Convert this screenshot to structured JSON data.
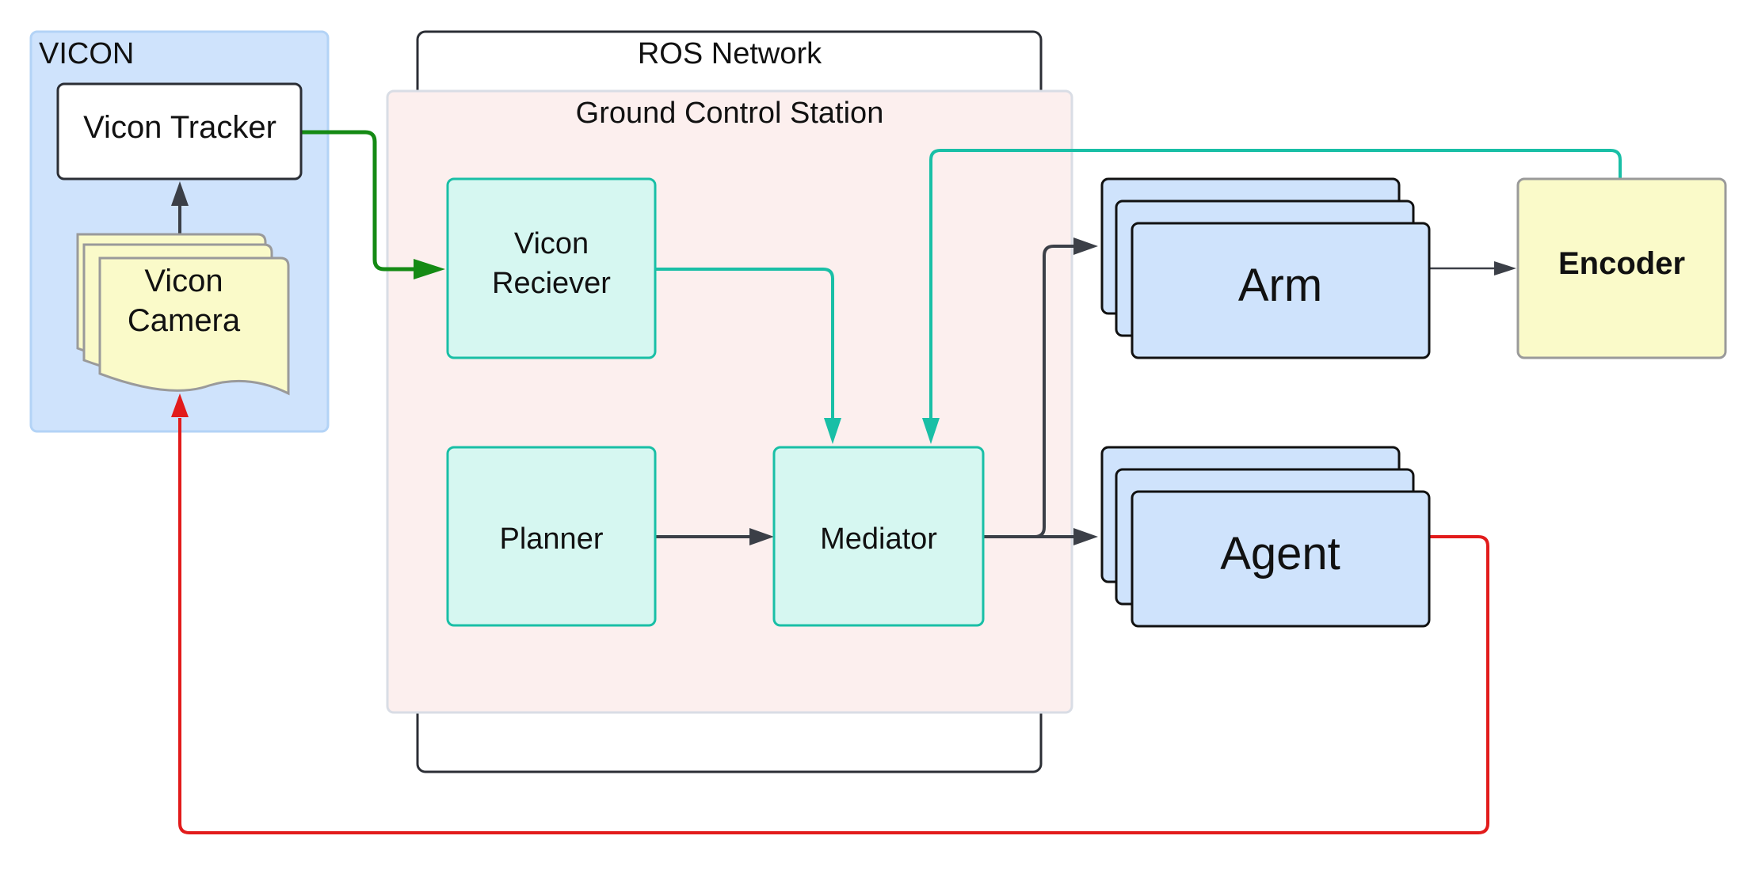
{
  "groups": {
    "vicon": "VICON",
    "ros_network": "ROS Network",
    "ground_control": "Ground Control Station"
  },
  "nodes": {
    "vicon_tracker": "Vicon Tracker",
    "vicon_camera_line1": "Vicon",
    "vicon_camera_line2": "Camera",
    "vicon_receiver_line1": "Vicon",
    "vicon_receiver_line2": "Reciever",
    "planner": "Planner",
    "mediator": "Mediator",
    "arm": "Arm",
    "agent": "Agent",
    "encoder": "Encoder"
  },
  "colors": {
    "vicon_group_fill": "#cfe3fc",
    "gcs_fill": "#fcefee",
    "teal": "#19bfa6",
    "teal_fill": "#d6f7f1",
    "stack_fill": "#cfe3fc",
    "yellow_fill": "#fafac9",
    "green_edge": "#158a14",
    "red_edge": "#e21b1b",
    "dark_edge": "#3b3f47"
  }
}
